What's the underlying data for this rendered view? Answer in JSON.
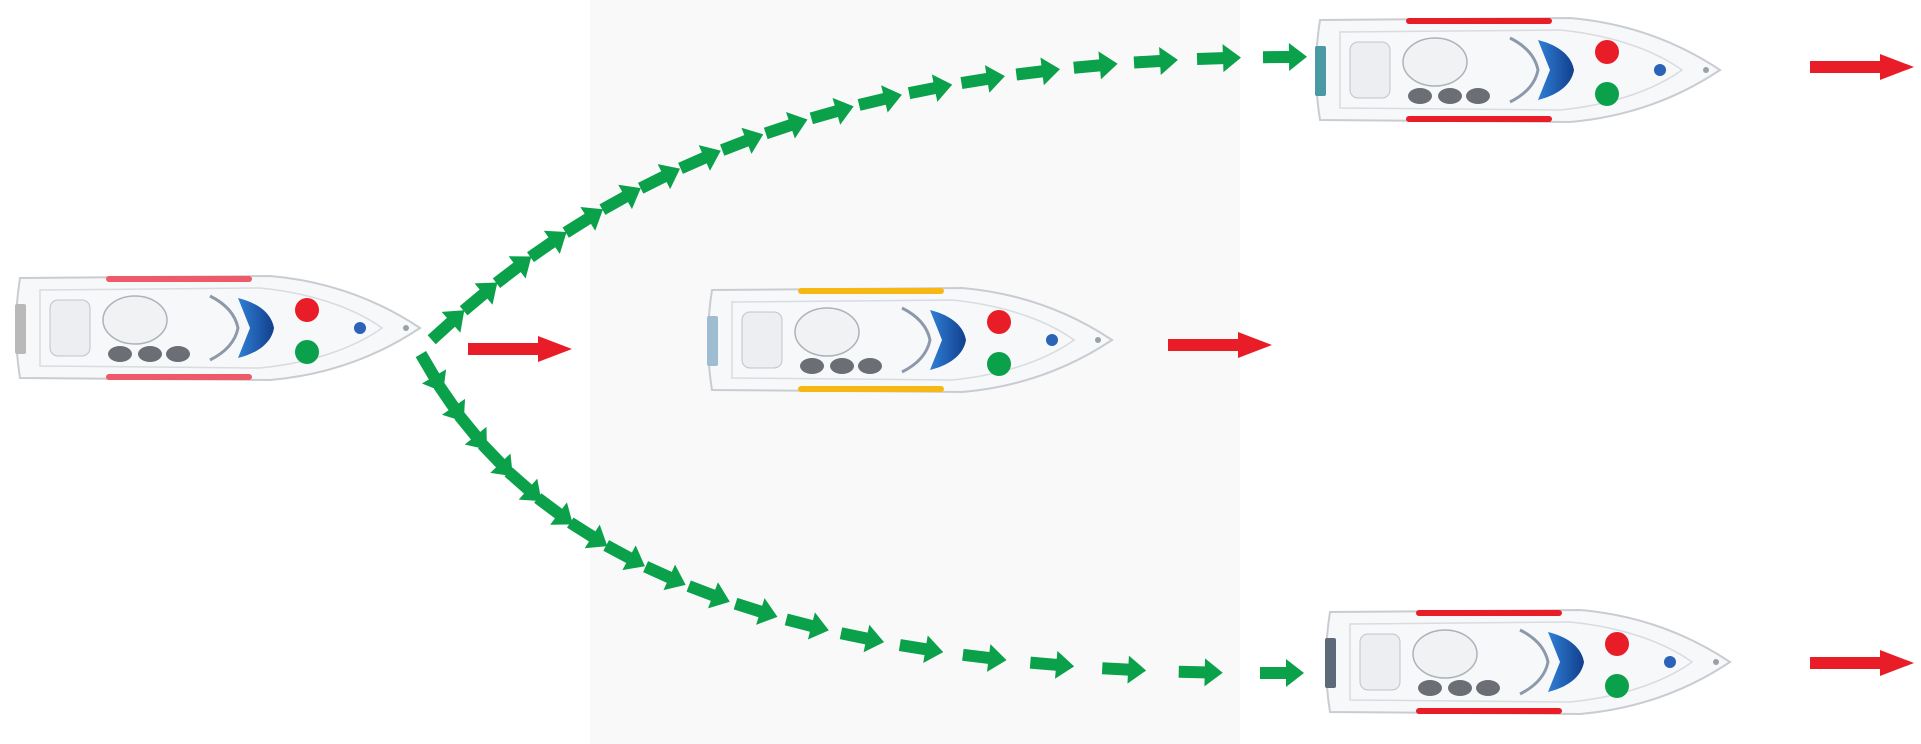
{
  "diagram": {
    "colors": {
      "path_arrow": "#0aa14a",
      "direction_arrow": "#e81d27",
      "port_light": "#e81d27",
      "starboard_light": "#0aa14a",
      "hull_outline": "#c9ccd1",
      "hull_fill": "#f7f8fa",
      "deck_blue": "#1f5fb5",
      "background": "#fafafa"
    },
    "boats": [
      {
        "id": "start",
        "rail_color": "#ee5a6a",
        "stern_color": "#b9b9b9"
      },
      {
        "id": "middle",
        "rail_color": "#f7b814",
        "stern_color": "#9fbdd0"
      },
      {
        "id": "upper",
        "rail_color": "#e81d27",
        "stern_color": "#4a9aa6"
      },
      {
        "id": "lower",
        "rail_color": "#e81d27",
        "stern_color": "#5d6b78"
      }
    ],
    "paths": [
      {
        "id": "upper-branch",
        "direction": "upper-right"
      },
      {
        "id": "lower-branch",
        "direction": "lower-right"
      }
    ],
    "arrow_icon": "arrow-right-icon",
    "light_icon": "navigation-light-icon"
  }
}
